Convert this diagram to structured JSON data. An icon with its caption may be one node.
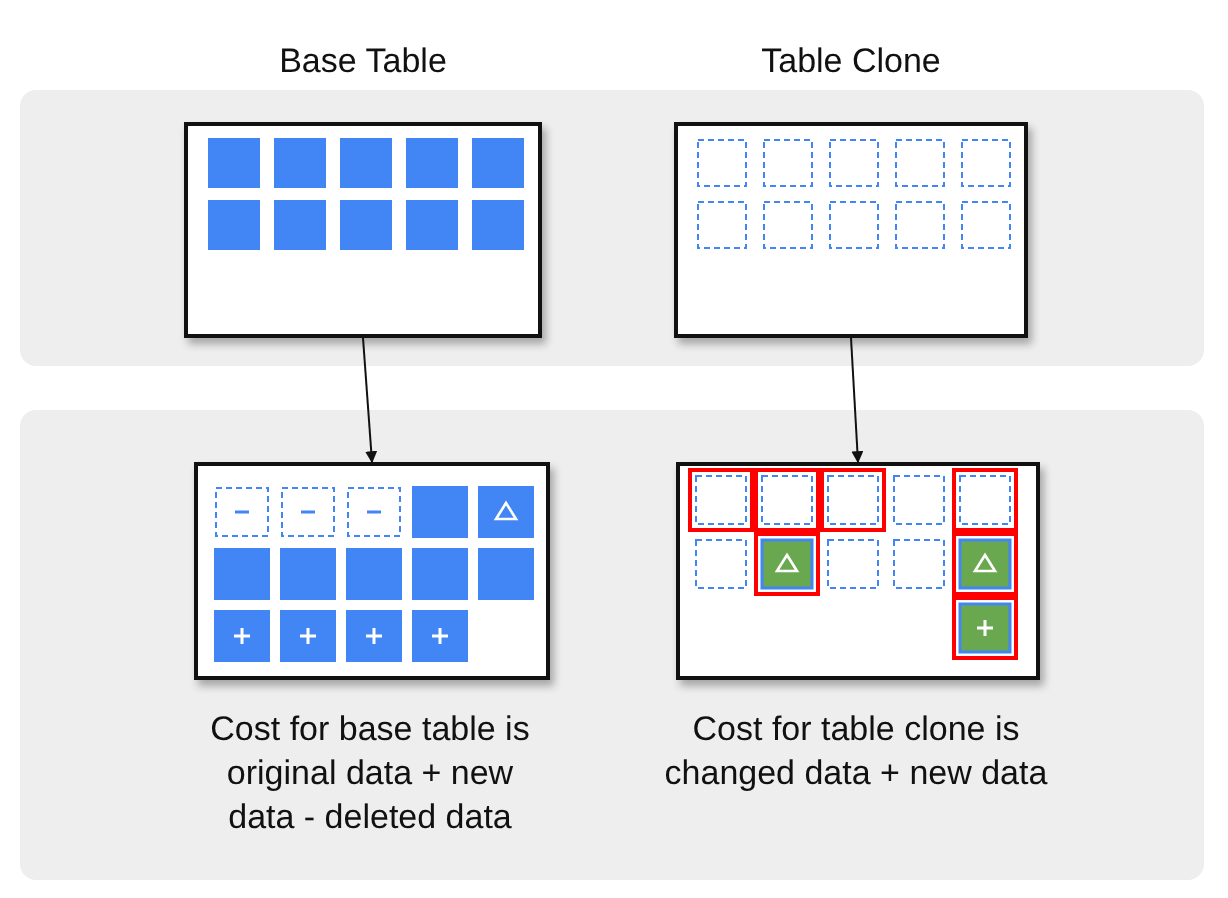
{
  "diagram": {
    "nodes": [
      {
        "text": [
          "Base Table"
        ]
      },
      {
        "text": [
          "Table Clone"
        ]
      },
      {
        "text": [],
        "shape": "box",
        "beside": [
          "Cost for base table is original data + new data - deleted data"
        ]
      },
      {
        "text": [],
        "shape": "box",
        "beside": [
          "Cost for table clone is changed data + new data"
        ]
      }
    ],
    "edges": [
      {
        "from": 0,
        "to": 2,
        "arrow": "to"
      },
      {
        "from": 1,
        "to": 3,
        "arrow": "to"
      }
    ]
  }
}
